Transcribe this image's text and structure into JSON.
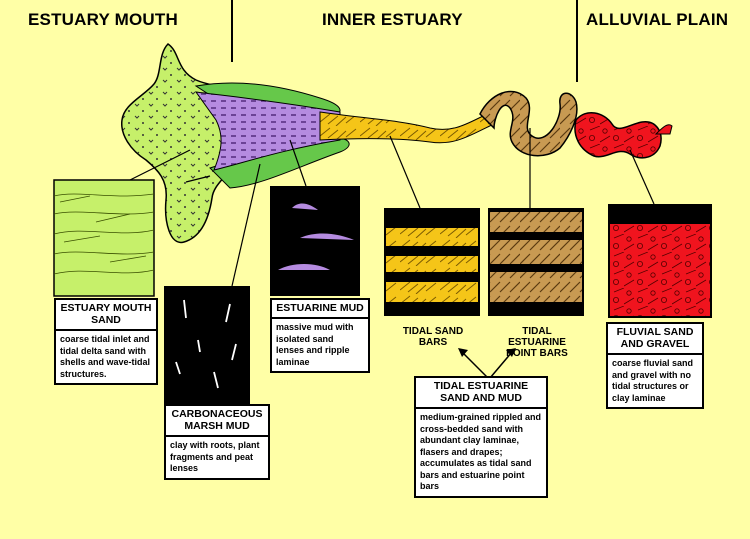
{
  "headers": {
    "estuary_mouth": "ESTUARY MOUTH",
    "inner_estuary": "INNER ESTUARY",
    "alluvial_plain": "ALLUVIAL PLAIN"
  },
  "boxes": {
    "estuary_mouth_sand": {
      "title": "ESTUARY MOUTH SAND",
      "desc": "coarse tidal inlet and tidal delta sand with shells and wave-tidal structures."
    },
    "carbonaceous_marsh_mud": {
      "title": "CARBONACEOUS MARSH MUD",
      "desc": "clay with roots, plant fragments and peat lenses"
    },
    "estuarine_mud": {
      "title": "ESTUARINE MUD",
      "desc": "massive mud with isolated sand lenses and ripple laminae"
    },
    "tidal_estuarine_sand_mud": {
      "title": "TIDAL ESTUARINE SAND AND MUD",
      "desc": "medium-grained rippled and cross-bedded sand with abundant clay laminae, flasers and drapes; accumulates as tidal sand bars and estuarine point bars"
    },
    "fluvial_sand_gravel": {
      "title": "FLUVIAL SAND AND GRAVEL",
      "desc": "coarse fluvial sand and gravel with no tidal structures or clay laminae"
    }
  },
  "labels": {
    "tidal_sand_bars": "TIDAL SAND BARS",
    "tidal_estuarine_point_bars": "TIDAL ESTUARINE POINT BARS"
  },
  "colors": {
    "background": "#ffffa6",
    "mouth_green": "#c6f06a",
    "marsh_green": "#66c84a",
    "mud_purple": "#b58be0",
    "tidal_yellow": "#f5c518",
    "point_bar_brown": "#c89a52",
    "fluvial_red": "#f0141e"
  }
}
